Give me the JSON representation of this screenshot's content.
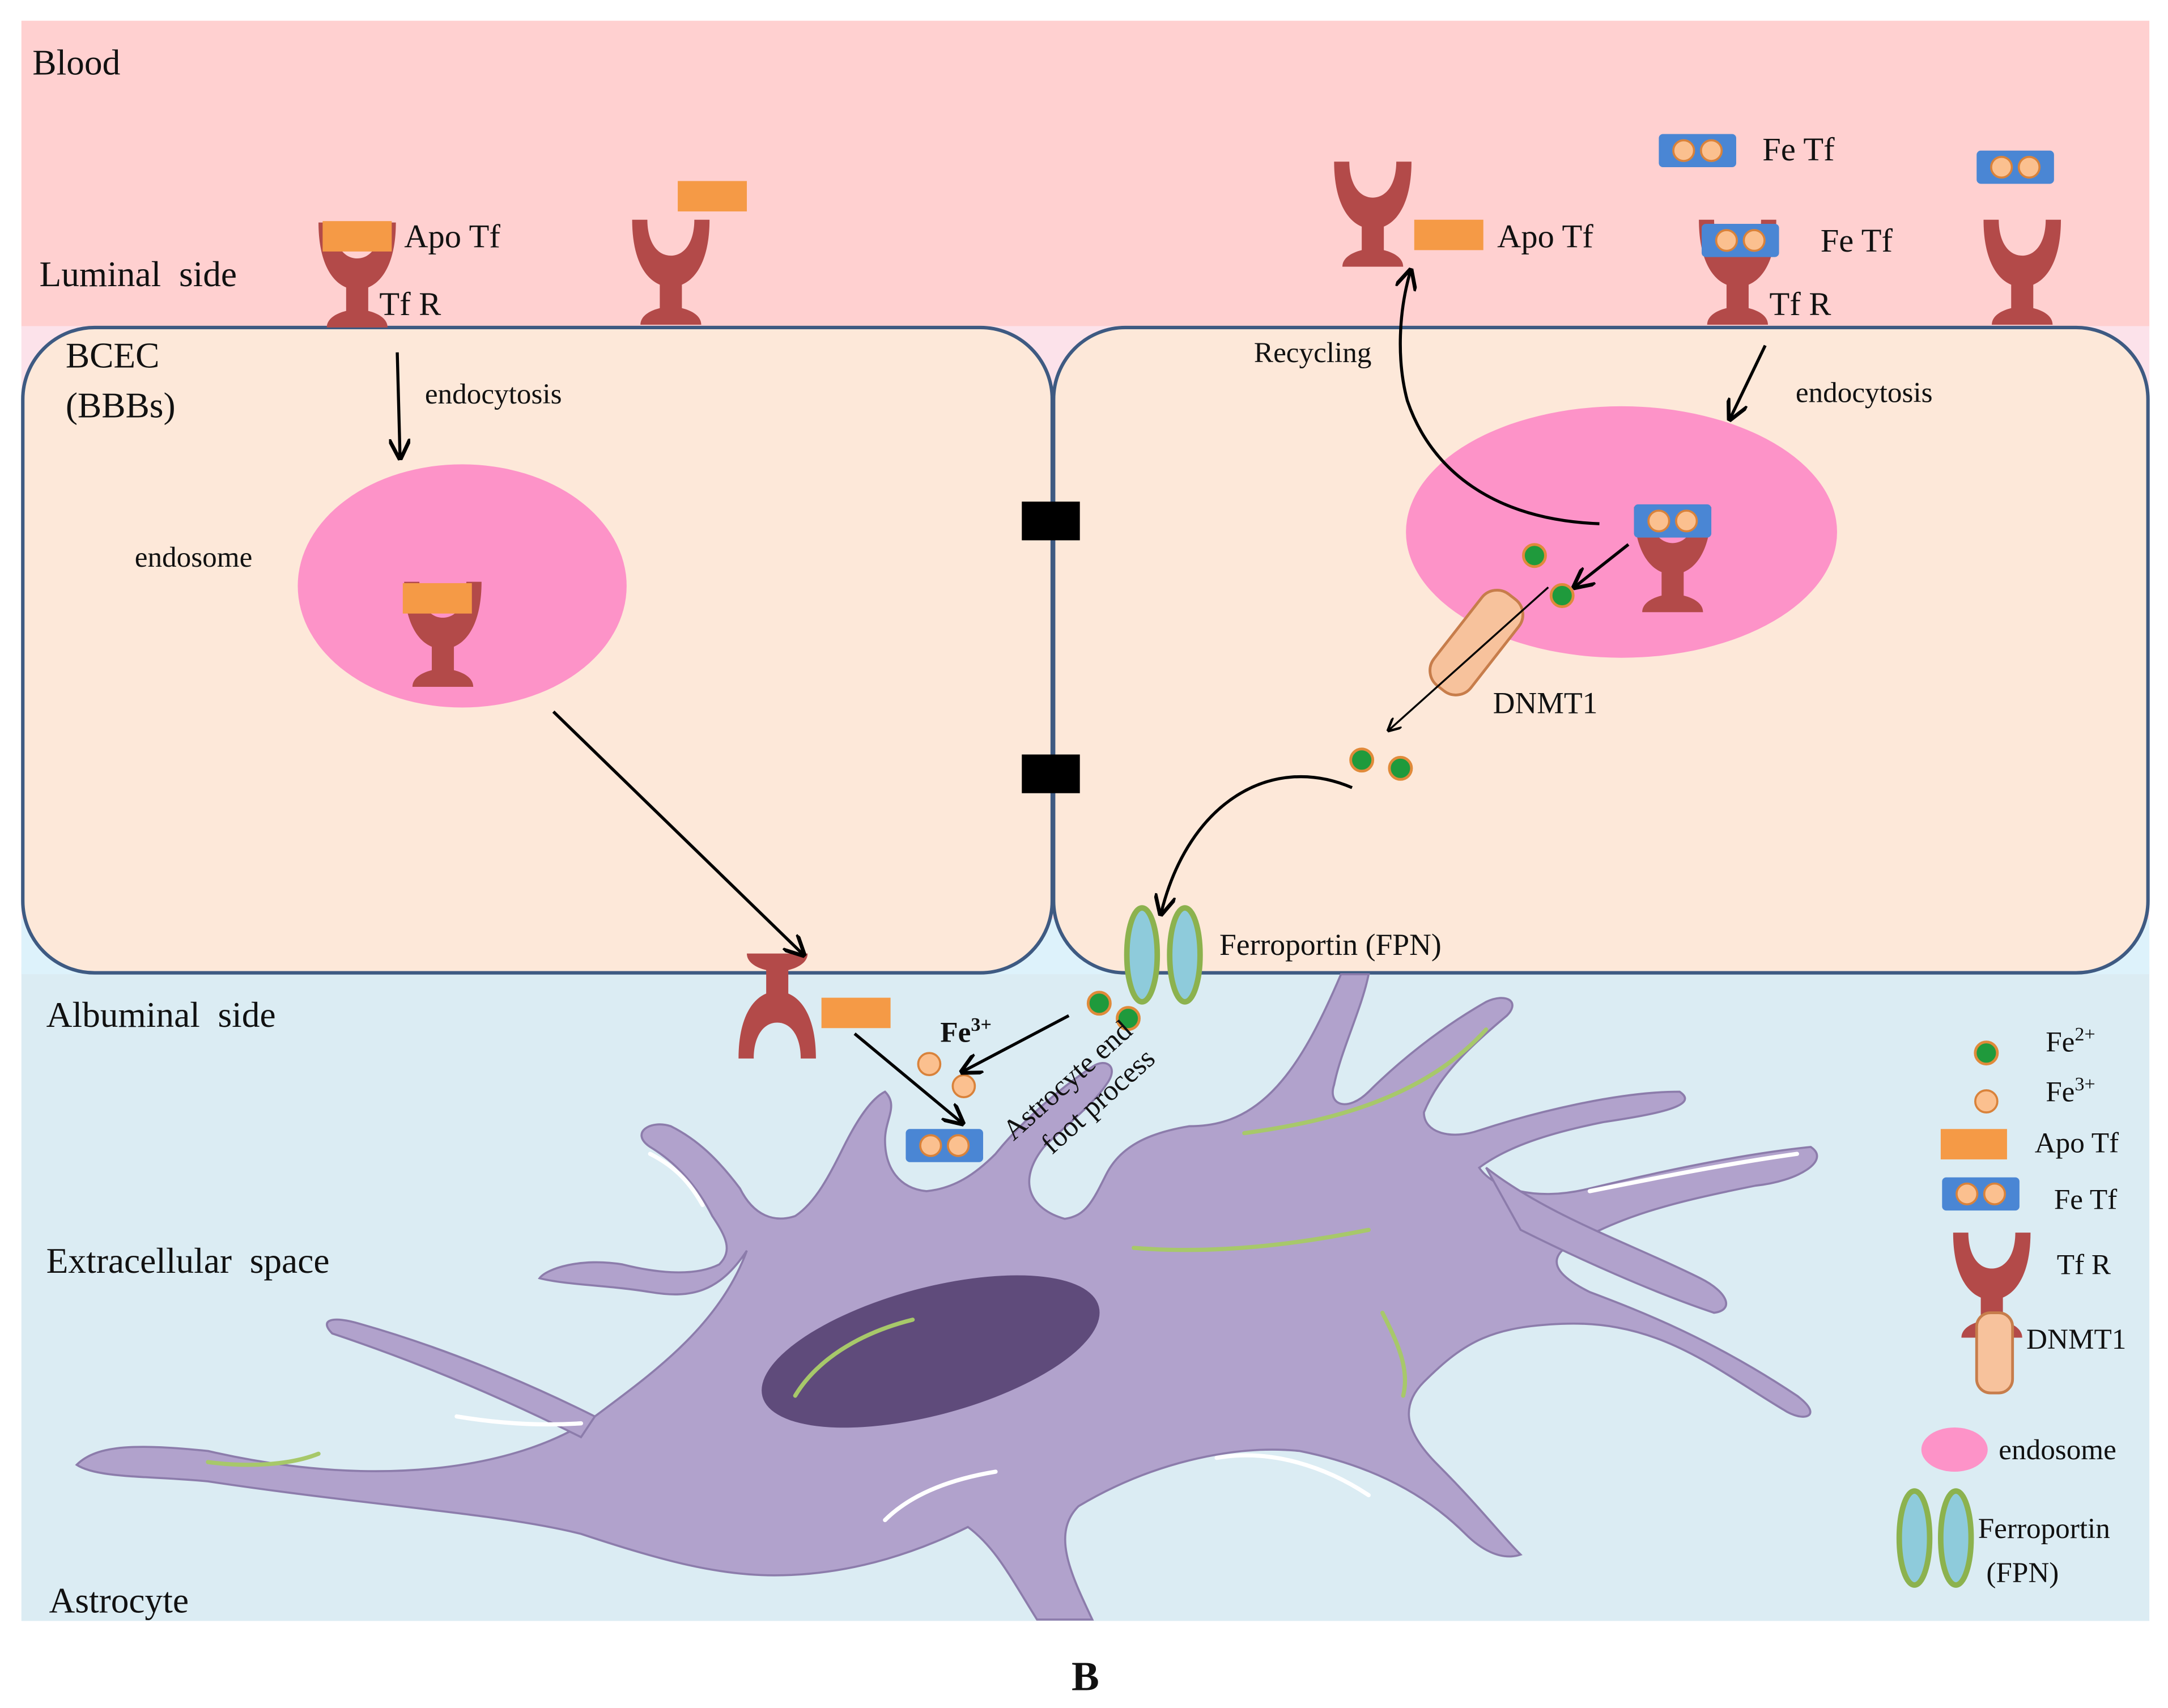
{
  "regions": {
    "blood": "Blood",
    "luminal": "Luminal  side",
    "bcec_line1": "BCEC",
    "bcec_line2": "(BBBs)",
    "albuminal": "Albuminal  side",
    "extracellular": "Extracellular  space",
    "astrocyte": "Astrocyte"
  },
  "labels": {
    "apo_tf": "Apo Tf",
    "fe_tf": "Fe Tf",
    "tf_r": "Tf R",
    "endocytosis": "endocytosis",
    "endosome": "endosome",
    "recycling": "Recycling",
    "dnmt1": "DNMT1",
    "ferroportin": "Ferroportin (FPN)",
    "fe3_base": "Fe",
    "fe3_sup": "3+",
    "endfoot_line1": "Astrocyte end",
    "endfoot_line2": "foot process"
  },
  "legend": {
    "fe2_base": "Fe",
    "fe2_sup": "2+",
    "fe3_base": "Fe",
    "fe3_sup": "3+",
    "apo_tf": "Apo Tf",
    "fe_tf": "Fe Tf",
    "tf_r": "Tf R",
    "dnmt1": "DNMT1",
    "endosome": "endosome",
    "ferroportin_line1": "Ferroportin",
    "ferroportin_line2": "(FPN)"
  },
  "panel_label": "B",
  "colors": {
    "blood": "#ffd0d0",
    "cell": "#fde8d9",
    "cell_border": "#3e5a82",
    "extracellular": "#dbecf3",
    "endosome": "#fd93c8",
    "receptor": "#b34a49",
    "apo_tf": "#f59a46",
    "fe_tf": "#4a86d4",
    "fe3": "#fbc08f",
    "fe2": "#1f9a3c",
    "fpn_fill": "#8ecbdb",
    "fpn_border": "#8cb24e",
    "dnmt1": "#f7c29c",
    "astrocyte": "#b1a2cc",
    "nucleus": "#5f4b7b",
    "junction": "#000000"
  }
}
